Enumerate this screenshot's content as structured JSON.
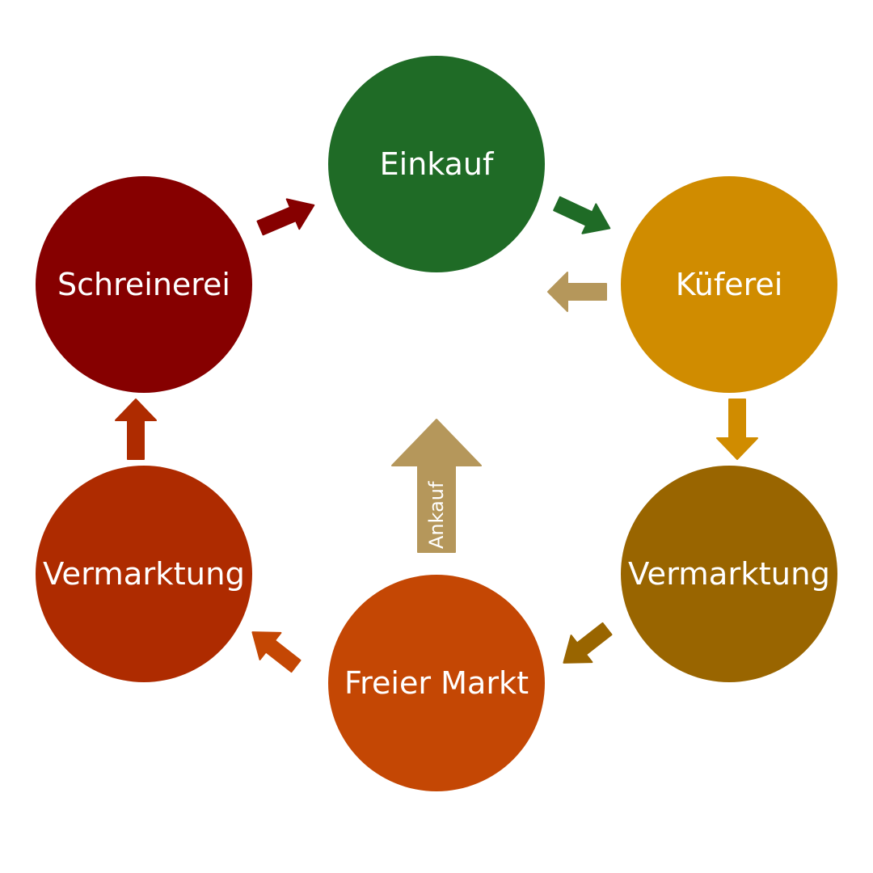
{
  "diagram": {
    "type": "cycle",
    "nodes": [
      {
        "id": "einkauf",
        "label": "Einkauf",
        "color": "#1f6b26"
      },
      {
        "id": "kueferei",
        "label": "Küferei",
        "color": "#d08c00"
      },
      {
        "id": "vermarktung_right",
        "label": "Vermarktung",
        "color": "#996500"
      },
      {
        "id": "freier_markt",
        "label": "Freier Markt",
        "color": "#c44704"
      },
      {
        "id": "vermarktung_left",
        "label": "Vermarktung",
        "color": "#ae2b00"
      },
      {
        "id": "schreinerei",
        "label": "Schreinerei",
        "color": "#860000"
      }
    ],
    "edges": [
      {
        "from": "schreinerei",
        "to": "einkauf",
        "color": "#860000"
      },
      {
        "from": "einkauf",
        "to": "kueferei",
        "color": "#1f6b26"
      },
      {
        "from": "kueferei",
        "to": "einkauf",
        "color": "#b5975b"
      },
      {
        "from": "kueferei",
        "to": "vermarktung_right",
        "color": "#d08c00"
      },
      {
        "from": "vermarktung_right",
        "to": "freier_markt",
        "color": "#996500"
      },
      {
        "from": "freier_markt",
        "to": "vermarktung_left",
        "color": "#c44704"
      },
      {
        "from": "vermarktung_left",
        "to": "schreinerei",
        "color": "#ae2b00"
      },
      {
        "from": "freier_markt",
        "to": "center",
        "color": "#b5975b",
        "label": "Ankauf"
      }
    ]
  }
}
